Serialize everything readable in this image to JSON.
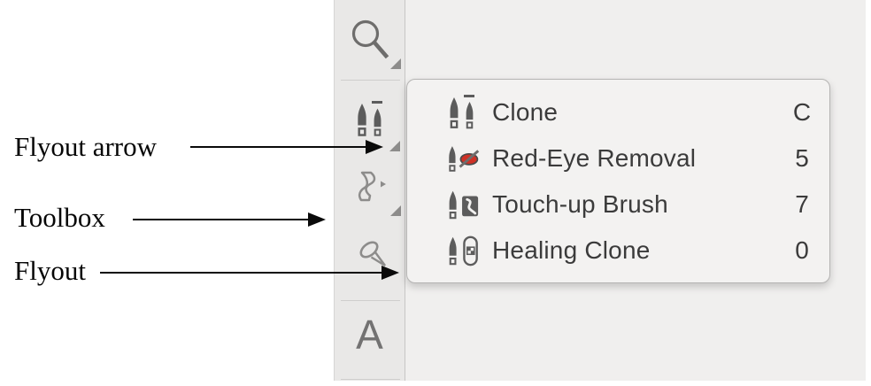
{
  "annotations": {
    "items": [
      {
        "label": "Flyout arrow"
      },
      {
        "label": "Toolbox"
      },
      {
        "label": "Flyout"
      }
    ]
  },
  "toolbox": {
    "tools": [
      {
        "icon": "magnifier-icon",
        "has_flyout": true
      },
      {
        "icon": "clone-brush-icon",
        "has_flyout": true
      },
      {
        "icon": "curve-shape-icon",
        "has_flyout": true
      },
      {
        "icon": "loop-lasso-icon",
        "has_flyout": false
      },
      {
        "icon": "text-tool-glyph",
        "glyph": "A",
        "has_flyout": false
      }
    ]
  },
  "flyout_menu": {
    "items": [
      {
        "label": "Clone",
        "shortcut": "C",
        "icon": "clone-brush-icon"
      },
      {
        "label": "Red-Eye Removal",
        "shortcut": "5",
        "icon": "red-eye-removal-icon"
      },
      {
        "label": "Touch-up Brush",
        "shortcut": "7",
        "icon": "touch-up-brush-icon"
      },
      {
        "label": "Healing Clone",
        "shortcut": "0",
        "icon": "healing-clone-icon"
      }
    ]
  },
  "colors": {
    "toolbox_bg": "#e9e8e7",
    "workspace_bg": "#f0efee",
    "panel_bg": "#f3f2f1",
    "panel_border": "#b5b4b3",
    "icon_gray": "#5c5c5c",
    "outline_gray": "#8d8c8b",
    "menu_text": "#3b3b3b",
    "red_eye": "#cf3126",
    "annotation_text": "#060606"
  }
}
